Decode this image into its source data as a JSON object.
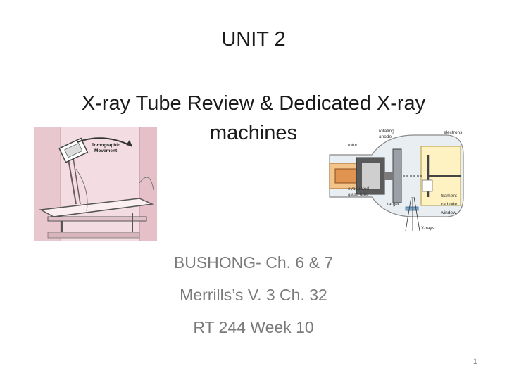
{
  "slide": {
    "title_line1": "UNIT 2",
    "title_line2": "X-ray Tube Review & Dedicated X-ray machines",
    "subtitle_lines": [
      "BUSHONG- Ch. 6 & 7",
      "Merrills’s V. 3 Ch. 32",
      "RT 244 Week 10"
    ],
    "page_number": "1"
  },
  "tomography_image": {
    "label_line1": "Tomographic",
    "label_line2": "Movement"
  },
  "tube_diagram": {
    "labels": {
      "rotating": "rotating",
      "anode": "anode",
      "electrons": "electrons",
      "rotor": "rotor",
      "evacuated": "evacuated",
      "glass_tube": "glass tube",
      "filament": "filament",
      "cathode": "cathode",
      "target": "target",
      "window": "window",
      "x_rays": "X-rays"
    }
  }
}
